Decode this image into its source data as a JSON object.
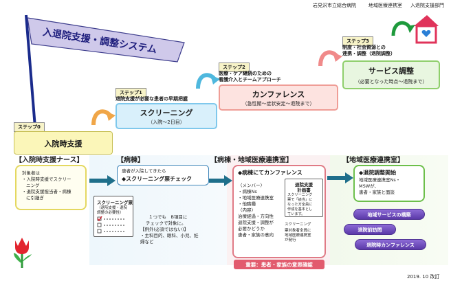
{
  "header": {
    "hospital": "岩見沢市立総合病院",
    "department": "地域医療連携室",
    "section": "入退院支援部門"
  },
  "flag": {
    "title": "入退院支援・調整システム"
  },
  "steps": [
    {
      "tag": "ステップ0",
      "title": "入院時支援",
      "heading": "",
      "subtitle": ""
    },
    {
      "tag": "ステップ1",
      "title": "スクリーニング",
      "heading": "退院支援が必要な患者の早期把握",
      "subtitle": "（入院～2日目）"
    },
    {
      "tag": "ステップ2",
      "title": "カンファレンス",
      "heading_line1": "医療・ケア継続のための",
      "heading_line2": "看護介入とチームアプローチ",
      "subtitle": "（急性期～症状安定～退院まで）"
    },
    {
      "tag": "ステップ3",
      "title": "サービス調整",
      "heading_line1": "制度・社会資源との",
      "heading_line2": "連携・調整（退院調整）",
      "subtitle": "（必要となった時点～退院まで）"
    }
  ],
  "sections": {
    "nurse": "【入院時支援ナース】",
    "ward": "【病棟】",
    "ward_liaison": "【病棟・地域医療連携室】",
    "liaison": "【地域医療連携室】"
  },
  "nurse_box": {
    "line1": "対象者は",
    "line2": "・入院時支援でスクリー",
    "line3": "ニング",
    "line4": "・退院支援担当者・病棟",
    "line5": "に引継ぎ"
  },
  "ward_box": {
    "line1": "患者が入院してきたら",
    "line2": "◆スクリーニング票チェック"
  },
  "sheet": {
    "title": "スクリーニング票",
    "line1": "（退院支援・退院",
    "line2": "調整の必要性）"
  },
  "ward_note": {
    "line1": "１つでも　B項目に",
    "line2": "チェックで対象に。",
    "line3": "【例外(必須ではない)】",
    "line4": "・主科目的、眼科、小児、妊",
    "line5": "婦など"
  },
  "conf_box": {
    "title": "◆病棟にてカンファレンス",
    "member_label": "〈メンバー〉",
    "m1": "・病棟Ns",
    "m2": "・地域医療連携室",
    "m3": "・他職種",
    "content_label": "〈内容〉",
    "c1": "治療経過・方向性",
    "c2": "退院支援・調整が",
    "c3": "必要かどうか",
    "c4": "患者・家族の意向",
    "plan_title1": "退院支援",
    "plan_title2": "計画書",
    "plan1": "スクリーニング",
    "plan2": "票で「該当」に",
    "plan3": "なった方全員に",
    "plan4": "作成を基本とし",
    "plan5": "ています。",
    "note1": "スクリーニング",
    "note2": "票対象者全員に",
    "note3": "地域医療連携室",
    "note4": "が発行",
    "footer": "重要：患者・家族の意思確認"
  },
  "liaison_box": {
    "title": "◆退院調整開始",
    "line1": "地域医療連携室Ns・",
    "line2": "MSWが、",
    "line3": "患者・家族と面談"
  },
  "pills": [
    "地域サービスの構築",
    "退院前訪問",
    "退院時カンファレンス"
  ],
  "footer_date": "2019. 10  改訂",
  "colors": {
    "flag": "#cfc9ea",
    "step0": "#fbf6b9",
    "step1": "#d9f0fb",
    "step2": "#fde3e0",
    "step3": "#e8f6e0",
    "pill": "#6a48b8",
    "arrow": "#1f6f8b"
  }
}
